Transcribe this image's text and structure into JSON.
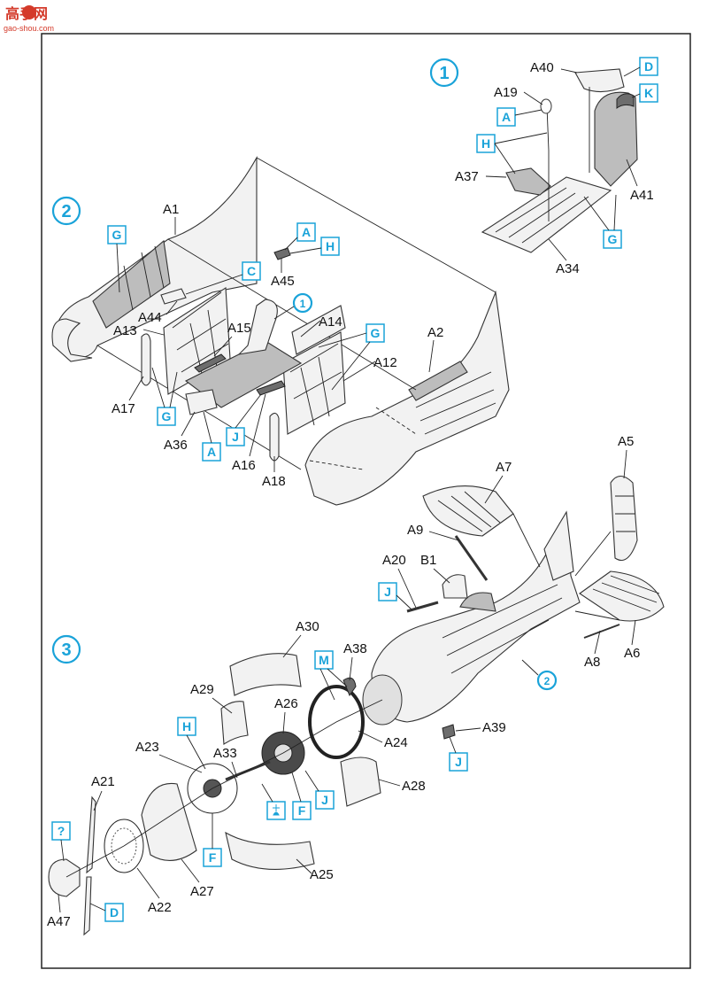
{
  "watermark": {
    "title": "高手网",
    "url": "gao-shou.com"
  },
  "steps": [
    "1",
    "2",
    "3"
  ],
  "step_refs": {
    "step2_seat_ref": "1",
    "step3_fuselage_ref": "2"
  },
  "parts": {
    "A1": "A1",
    "A2": "A2",
    "A5": "A5",
    "A6": "A6",
    "A7": "A7",
    "A8": "A8",
    "A9": "A9",
    "A12": "A12",
    "A13": "A13",
    "A14": "A14",
    "A15": "A15",
    "A16": "A16",
    "A17": "A17",
    "A18": "A18",
    "A19": "A19",
    "A20": "A20",
    "A21": "A21",
    "A22": "A22",
    "A23": "A23",
    "A24": "A24",
    "A25": "A25",
    "A26": "A26",
    "A27": "A27",
    "A28": "A28",
    "A29": "A29",
    "A30": "A30",
    "A33": "A33",
    "A34": "A34",
    "A36": "A36",
    "A37": "A37",
    "A38": "A38",
    "A39": "A39",
    "A40": "A40",
    "A41": "A41",
    "A44": "A44",
    "A45": "A45",
    "A47": "A47",
    "B1": "B1"
  },
  "color_tags": {
    "s1_D": "D",
    "s1_K": "K",
    "s1_A": "A",
    "s1_H": "H",
    "s1_G": "G",
    "s2_G1": "G",
    "s2_C": "C",
    "s2_A1": "A",
    "s2_H": "H",
    "s2_G2": "G",
    "s2_G3": "G",
    "s2_J": "J",
    "s2_A2": "A",
    "s3_J1": "J",
    "s3_M": "M",
    "s3_J2": "J",
    "s3_H": "H",
    "s3_F1": "F",
    "s3_F2": "F",
    "s3_J3": "J",
    "s3_Q": "?",
    "s3_D": "D"
  },
  "colors": {
    "accent": "#1aa3d9",
    "watermark": "#d43a2a",
    "line": "#222222",
    "part_fill": "#f2f2f2",
    "part_dark": "#bdbdbd"
  }
}
